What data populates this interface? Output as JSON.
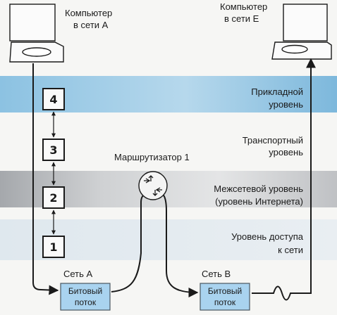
{
  "computers": {
    "a": {
      "line1": "Компьютер",
      "line2": "в сети А"
    },
    "e": {
      "line1": "Компьютер",
      "line2": "в сети Е"
    }
  },
  "layers": [
    {
      "line1": "Прикладной",
      "line2": "уровень"
    },
    {
      "line1": "Транспортный",
      "line2": "уровень"
    },
    {
      "line1": "Межсетевой уровень",
      "line2": "(уровень Интернета)"
    },
    {
      "line1": "Уровень доступа",
      "line2": "к сети"
    }
  ],
  "stack_numbers": [
    "4",
    "3",
    "2",
    "1"
  ],
  "router": {
    "label": "Маршрутизатор 1"
  },
  "networks": [
    {
      "name": "Сеть А",
      "box_line1": "Битовый",
      "box_line2": "поток"
    },
    {
      "name": "Сеть В",
      "box_line1": "Битовый",
      "box_line2": "поток"
    }
  ],
  "colors": {
    "band_blue": "#7ab8dc",
    "band_gray": "#b9bcc0",
    "box_fill": "#a9d3ef",
    "line": "#1a1a1a"
  }
}
